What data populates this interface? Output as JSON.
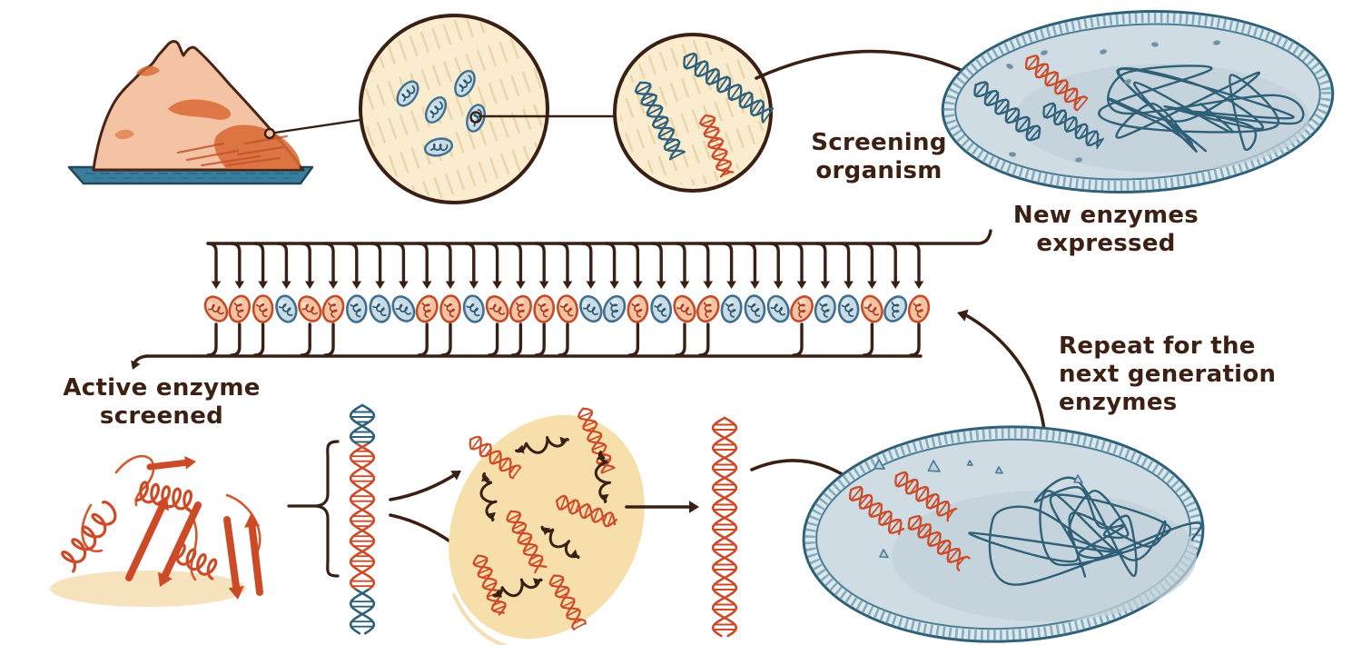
{
  "page": {
    "kind": "hand-drawn biology workflow illustration",
    "background": "#ffffff"
  },
  "labels": {
    "screening_organism": "Screening\norganism",
    "new_enzymes_expressed": "New enzymes expressed",
    "active_enzyme_screened": "Active enzyme\nscreened",
    "repeat_next_generation": "Repeat for the\nnext generation\nenzymes"
  },
  "colors": {
    "ink": "#3a2014",
    "text": "#3b2013",
    "orange": "#cd4a27",
    "orange_dark": "#ad3d20",
    "orange_cell_fill": "#f6c3a2",
    "soil_light": "#f4c3a4",
    "soil_dark": "#d96a35",
    "soil_streak": "#c3502a",
    "dish_teal": "#3a7e9d",
    "lens_cream": "#faeccf",
    "lens_hatch": "#e9d5ab",
    "dna_blue": "#2e607b",
    "microbe_blue_fill": "#c9dbe5",
    "microbe_blue_stroke": "#41708e",
    "cell_outline": "#2f6077",
    "cell_interior": "#cfdce3",
    "cell_interior_shade": "#c2d1da",
    "membrane_tick": "#85adbe",
    "membrane_outer_fill": "#dde8ee",
    "mutation_blob": "#f7dfab",
    "protein_shadow": "#f6e3bd",
    "speck_blue": "#6f93a6"
  },
  "microbe_row": {
    "count": 31,
    "selected_variant": "orange",
    "pattern": [
      "orange",
      "orange",
      "orange",
      "blue",
      "orange",
      "orange",
      "blue",
      "blue",
      "blue",
      "orange",
      "orange",
      "blue",
      "orange",
      "orange",
      "orange",
      "orange",
      "blue",
      "blue",
      "orange",
      "blue",
      "orange",
      "orange",
      "blue",
      "blue",
      "blue",
      "orange",
      "blue",
      "blue",
      "orange",
      "blue",
      "orange"
    ]
  }
}
